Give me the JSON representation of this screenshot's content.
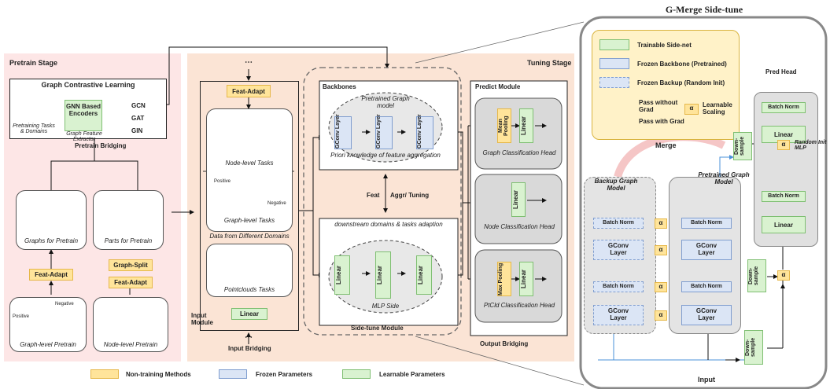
{
  "gmerge_title": "G-Merge Side-tune",
  "pretrain": {
    "stage": "Pretrain Stage",
    "gcl_title": "Graph Contrastive Learning",
    "tasks_domains": "Pretraining Tasks & Domains",
    "encoders": "GNN Based Encoders",
    "extractor": "Graph Feature Extractor",
    "gcn": "GCN",
    "gat": "GAT",
    "gin": "GIN",
    "bridging": "Pretrain Bridging",
    "graphs_for_pretrain": "Graphs for Pretrain",
    "parts_for_pretrain": "Parts for Pretrain",
    "feat_adapt": "Feat-Adapt",
    "graph_split": "Graph-Split",
    "feat_adapt2": "Feat-Adapt",
    "positive": "Positive",
    "negative": "Negative",
    "graph_level_pretrain": "Graph-level Pretrain",
    "node_level_pretrain": "Node-level Pretrain"
  },
  "tuning": {
    "stage": "Tuning Stage",
    "feat_adapt": "Feat-Adapt",
    "node_tasks": "Node-level Tasks",
    "positive": "Positive",
    "negative": "Negative",
    "graph_tasks": "Graph-level Tasks",
    "data_domains": "Data from Different Domains",
    "pointcloud_tasks": "Pointclouds Tasks",
    "input_module": "Input Module",
    "linear": "Linear",
    "input_bridging": "Input Bridging",
    "backbones": "Backbones",
    "pretrained_model": "Pretrained Graph model",
    "gconv": "GConv Layer",
    "priori": "Priori knowledge of feature aggregation",
    "feat": "Feat",
    "aggr": "Aggr/ Tuning",
    "downstream": "downstream domains & tasks adaption",
    "mlp_side": "MLP Side",
    "sidetune_module": "Side-tune Module",
    "predict_module": "Predict Module",
    "mean_pooling": "Mean Pooling",
    "max_pooling": "Max Pooling",
    "graph_head": "Graph Classification Head",
    "node_head": "Node Classification Head",
    "ptcld_head": "PtCld Classification Head",
    "output_bridging": "Output Bridging"
  },
  "legend": {
    "non_training": "Non-training Methods",
    "frozen": "Frozen Parameters",
    "learnable": "Learnable Parameters"
  },
  "gmerge": {
    "trainable": "Trainable Side-net",
    "frozen_backbone": "Frozen Backbone (Pretrained)",
    "frozen_backup": "Frozen Backup (Random Init)",
    "pass_without": "Pass without Grad",
    "pass_with": "Pass with Grad",
    "alpha": "α",
    "learnable_scaling": "Learnable Scaling",
    "pred_head": "Pred Head",
    "batch_norm": "Batch Norm",
    "linear": "Linear",
    "random_mlp": "Random Init MLP",
    "downsample": "Down-sample",
    "merge": "Merge",
    "backup_model": "Backup Graph Model",
    "pretrained_model": "Pretrained Graph Model",
    "gconv": "GConv Layer",
    "input": "Input"
  }
}
